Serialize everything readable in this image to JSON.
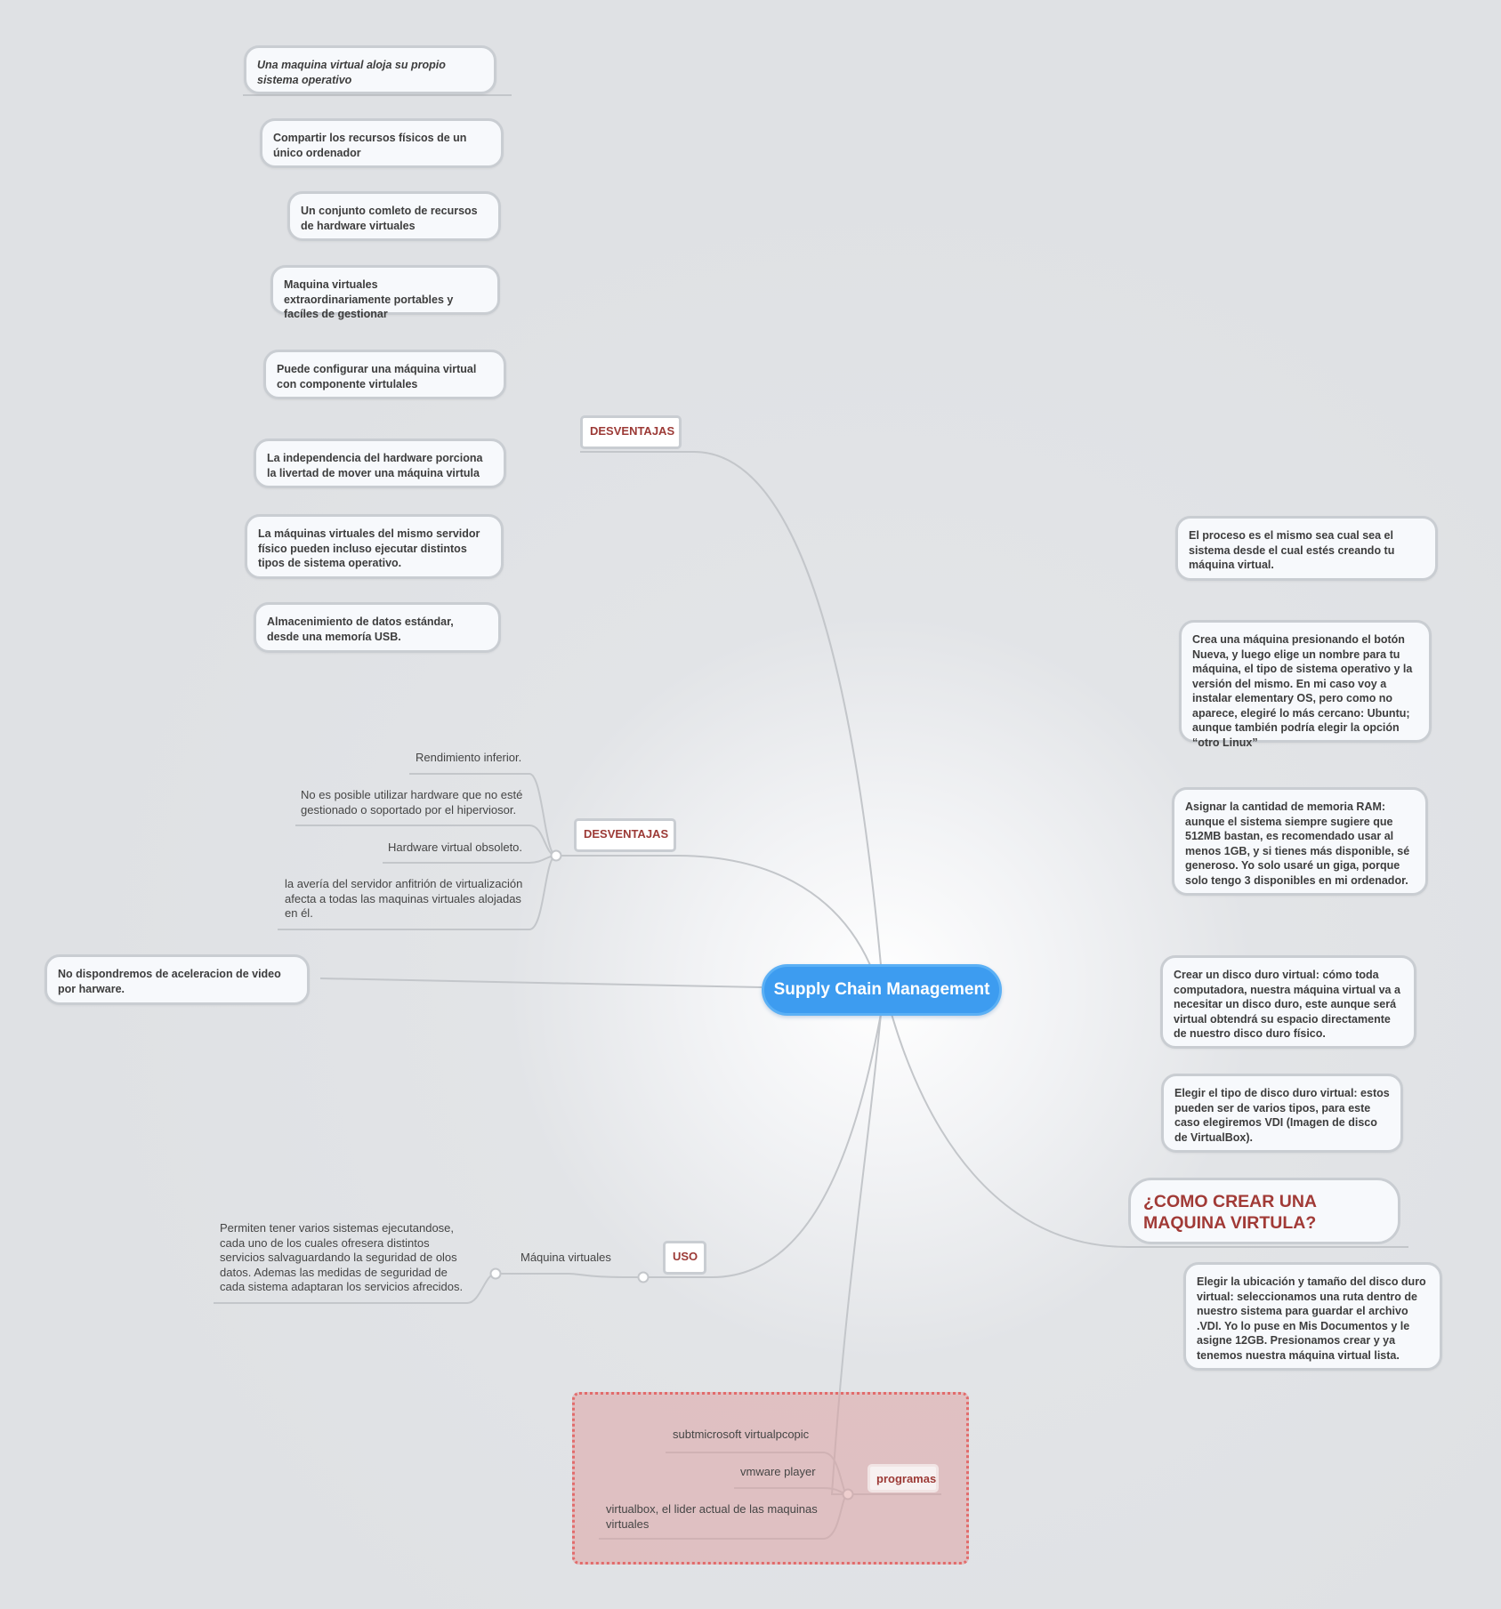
{
  "central": "Supply Chain Management",
  "left_top_branch": {
    "label": "DESVENTAJAS",
    "items": [
      "Una maquina virtual  aloja su propio sistema operativo",
      "Compartir los recursos físicos de un único ordenador",
      "Un conjunto comleto de recursos de hardware virtuales",
      "Maquina virtuales extraordinariamente portables y facíles de gestionar",
      "Puede configurar una máquina virtual con componente virtulales",
      "La independencia del hardware porciona la livertad de mover una máquina virtula",
      "La máquinas virtuales del mismo servidor físico pueden incluso ejecutar distintos tipos de sistema operativo.",
      "Almacenimiento de datos estándar,  desde una memoría USB."
    ]
  },
  "left_mid_branch": {
    "label": "DESVENTAJAS",
    "items": [
      "Rendimiento inferior.",
      "No es posible utilizar hardware que no esté gestionado o soportado por el hiperviosor.",
      "Hardware virtual obsoleto.",
      "la avería del servidor anfitrión de virtualización afecta a todas las maquinas virtuales alojadas en él."
    ]
  },
  "left_single": "No dispondremos de aceleracion de video por harware.",
  "uso_branch": {
    "label": "USO",
    "sub": "Máquina virtuales",
    "detail": "Permiten tener varios sistemas ejecutandose, cada uno de los cuales ofresera distintos servicios salvaguardando la seguridad de olos datos. Ademas las medidas de seguridad de cada sistema adaptaran los servicios afrecidos."
  },
  "programas_branch": {
    "label": "programas",
    "items": [
      "subtmicrosoft virtualpcopic",
      "vmware player",
      "virtualbox, el lider actual de las maquinas virtuales"
    ]
  },
  "right_branch": {
    "title": "¿COMO CREAR UNA MAQUINA VIRTULA?",
    "items": [
      "El proceso es el mismo sea cual sea el sistema desde el cual estés creando tu máquina virtual.",
      "Crea una máquina presionando el botón Nueva, y luego elige un nombre para tu máquina, el tipo de sistema operativo y la versión del mismo. En mi caso voy a instalar elementary OS, pero como no aparece, elegiré lo más cercano: Ubuntu; aunque también podría elegir la opción “otro Linux”",
      "Asignar la cantidad de memoria RAM: aunque el sistema siempre sugiere que 512MB bastan, es recomendado usar al menos 1GB, y si tienes más disponible, sé generoso. Yo solo usaré un giga, porque solo tengo 3 disponibles en mi ordenador.",
      "Crear un disco duro virtual: cómo toda computadora, nuestra máquina virtual va a necesitar un disco duro, este aunque será virtual obtendrá su espacio directamente de nuestro disco duro físico.",
      "Elegir el tipo de disco duro virtual: estos pueden ser de varios tipos, para este caso elegiremos VDI (Imagen de disco de VirtualBox).",
      "Elegir la ubicación y tamaño del disco duro virtual: seleccionamos una ruta dentro de nuestro sistema para guardar el archivo .VDI. Yo lo puse en Mis Documentos y le asigne 12GB. Presionamos crear y ya tenemos nuestra máquina virtual lista."
    ]
  }
}
